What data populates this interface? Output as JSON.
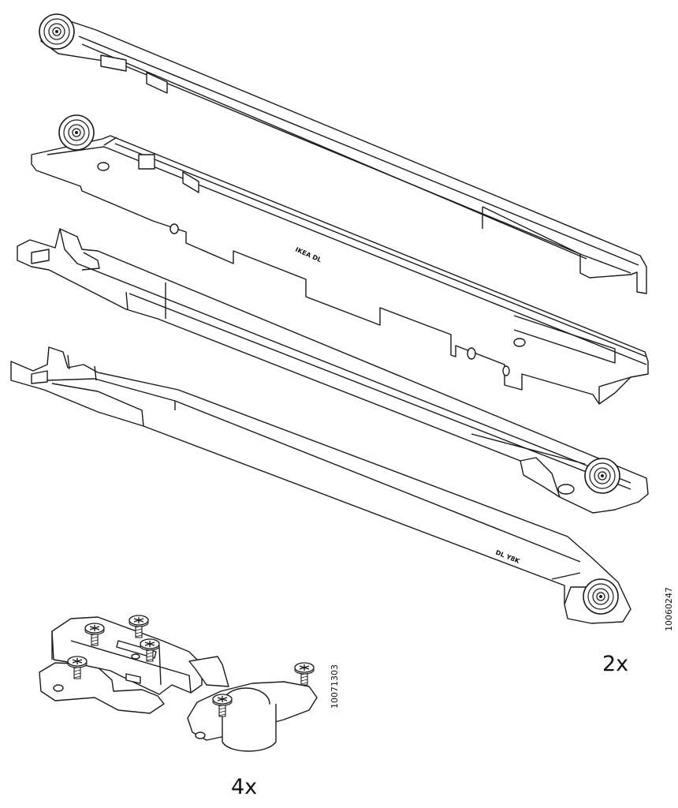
{
  "parts": [
    {
      "name": "drawer runner rail",
      "quantity": "2x",
      "article_number": "10060247",
      "engraving_1": "IKEA DL",
      "engraving_2": "DL Y8K"
    },
    {
      "name": "concealed hinge",
      "quantity": "4x",
      "article_number": "10071303"
    }
  ],
  "colors": {
    "line": "#1a1a1a",
    "fill": "#ffffff",
    "shade": "#eeeeee"
  },
  "icons": [
    "roller-wheel-icon",
    "phillips-screw-icon"
  ]
}
